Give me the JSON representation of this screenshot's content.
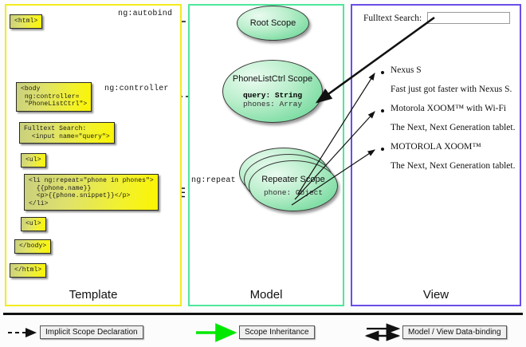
{
  "columns": [
    {
      "key": "template",
      "label": "Template",
      "border_color": "#f2ec1e"
    },
    {
      "key": "model",
      "label": "Model",
      "border_color": "#4ee79c"
    },
    {
      "key": "view",
      "label": "View",
      "border_color": "#6b4ee7"
    }
  ],
  "template": {
    "boxes": [
      {
        "name": "html-open",
        "text": "<html>"
      },
      {
        "name": "body-open",
        "text": "<body\n ng:controller=\n \"PhoneListCtrl\">"
      },
      {
        "name": "fulltext-search",
        "text": "Fulltext Search:\n  <input name=\"query\">"
      },
      {
        "name": "ul-open",
        "text": "<ul>"
      },
      {
        "name": "li-repeat",
        "text": "<li ng:repeat=\"phone in phones\">\n  {{phone.name}}\n  <p>{{phone.snippet}}</p>\n</li>"
      },
      {
        "name": "ul-close",
        "text": "<ul>"
      },
      {
        "name": "body-close",
        "text": "</body>"
      },
      {
        "name": "html-close",
        "text": "</html>"
      }
    ]
  },
  "model": {
    "scopes": [
      {
        "name": "root-scope",
        "title": "Root\nScope",
        "members": []
      },
      {
        "name": "phonelistctrl-scope",
        "title": "PhoneListCtrl\nScope",
        "members": [
          {
            "text": "query: String",
            "bold": true
          },
          {
            "text": "phones: Array",
            "bold": false
          }
        ]
      },
      {
        "name": "repeater-scope",
        "title": "Repeater\nScope",
        "members": [
          {
            "text": "phone: Object",
            "bold": false
          }
        ]
      }
    ]
  },
  "view": {
    "search_label": "Fulltext Search:",
    "search_value": "",
    "search_placeholder": "",
    "items": [
      {
        "name": "Nexus S",
        "snippet": "Fast just got faster with Nexus S."
      },
      {
        "name": "Motorola XOOM™  with Wi-Fi",
        "snippet": "The Next, Next Generation tablet."
      },
      {
        "name": "MOTOROLA XOOM™",
        "snippet": "The Next, Next Generation tablet."
      }
    ]
  },
  "connector_labels": {
    "autobind": "ng:autobind",
    "controller": "ng:controller",
    "repeat": "ng:repeat"
  },
  "legend": [
    {
      "name": "implicit-scope-declaration",
      "label": "Implicit Scope Declaration",
      "style": "dashed-arrow",
      "color": "#111111"
    },
    {
      "name": "scope-inheritance",
      "label": "Scope Inheritance",
      "style": "solid-arrow",
      "color": "#00e000"
    },
    {
      "name": "model-view-data-binding",
      "label": "Model / View Data-binding",
      "style": "double-arrow",
      "color": "#111111"
    }
  ]
}
